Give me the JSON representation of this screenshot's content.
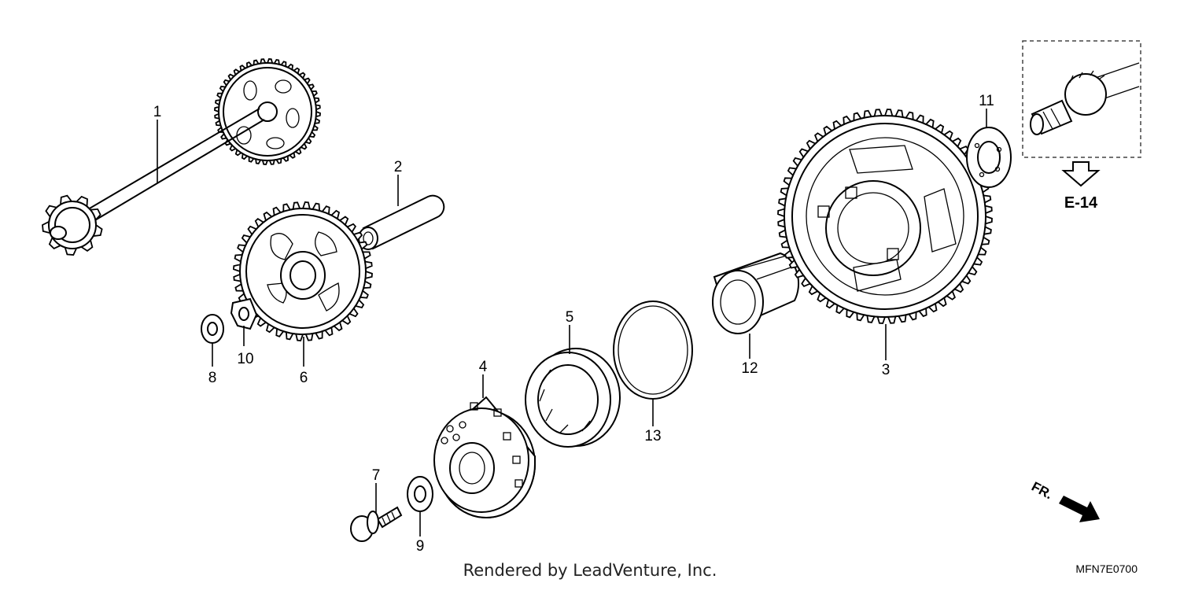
{
  "callouts": [
    {
      "id": "1",
      "text": "1"
    },
    {
      "id": "2",
      "text": "2"
    },
    {
      "id": "3",
      "text": "3"
    },
    {
      "id": "4",
      "text": "4"
    },
    {
      "id": "5",
      "text": "5"
    },
    {
      "id": "6",
      "text": "6"
    },
    {
      "id": "7",
      "text": "7"
    },
    {
      "id": "8",
      "text": "8"
    },
    {
      "id": "9",
      "text": "9"
    },
    {
      "id": "10",
      "text": "10"
    },
    {
      "id": "11",
      "text": "11"
    },
    {
      "id": "12",
      "text": "12"
    },
    {
      "id": "13",
      "text": "13"
    }
  ],
  "reference": {
    "label": "E-14"
  },
  "direction": {
    "label": "FR."
  },
  "footer": {
    "credit": "Rendered by LeadVenture, Inc.",
    "code": "MFN7E0700"
  }
}
